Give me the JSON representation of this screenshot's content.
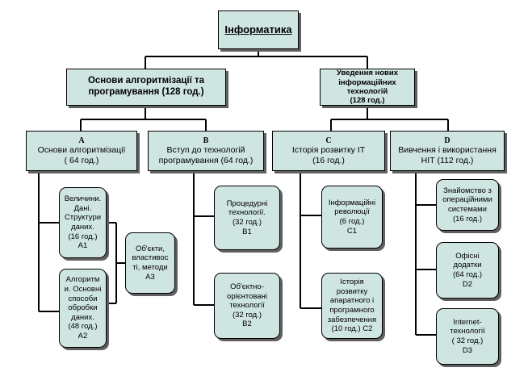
{
  "root": {
    "title": "Інформатика"
  },
  "branches": [
    {
      "title": "Основи алгоритмізації та\nпрограмування (128 год.)",
      "sections": [
        {
          "letter": "A",
          "title": "Основи алгоритмізації\n( 64 год.)"
        },
        {
          "letter": "B",
          "title": "Вступ до технологій\nпрограмування (64 год.)"
        }
      ]
    },
    {
      "title": "Уведення нових\nінформаційних технологій\n(128 год.)",
      "sections": [
        {
          "letter": "C",
          "title": "Історія розвитку ІТ\n(16 год.)"
        },
        {
          "letter": "D",
          "title": "Вивчення і використання\nНІТ (112 год.)"
        }
      ]
    }
  ],
  "modules": {
    "a1": "Величини.\nДані.\nСтруктури\nданих.\n(16 год.)\nА1",
    "a2": "Алгоритм\nи. Основні\nспособи\nобробки\nданих.\n(48 год.)\nА2",
    "a3": "Об'єкти,\nвластивос\nті, методи\nА3",
    "b1": "Процедурні\nтехнології.\n(32 год.)\nВ1",
    "b2": "Об'єктно-\nорієнтовані\nтехнології\n(32 год.)\nВ2",
    "c1": "Інформаційні\nреволюції\n(6 год.)\nС1",
    "c2": "Історія\nрозвитку\nапаратного і\nпрограмного\nзабезпечення\n(10 год.)   С2",
    "d1": "Знайомство з\nопераційними\nсистемами\n(16 год.)",
    "d2": "Офісні\nдодатки\n(64 год.)\nD2",
    "d3": "Internet-\nтехнології\n( 32 год.)\nD3"
  }
}
